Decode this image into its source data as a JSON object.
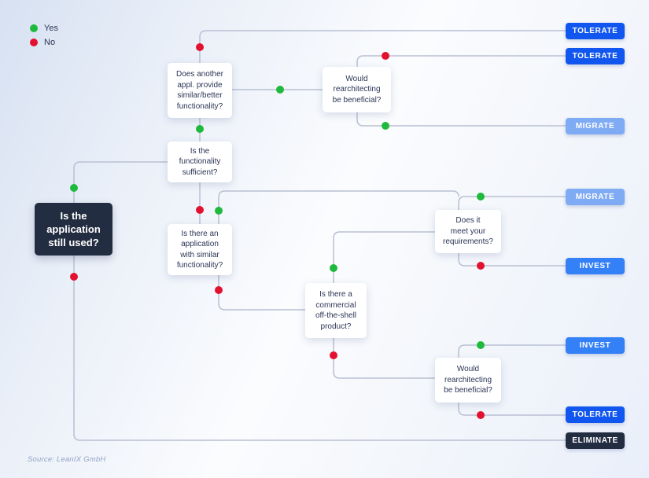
{
  "legend": {
    "yes_label": "Yes",
    "no_label": "No"
  },
  "colors": {
    "yes_green": "#1fba3d",
    "no_red": "#e31130",
    "tolerate_blue": "#1156ee",
    "invest_blue": "#3380f7",
    "migrate_light_blue": "#7faaf4",
    "eliminate_dark": "#232d41",
    "node_text": "#2b3555",
    "connector": "#b9c0d4"
  },
  "nodes": {
    "start": {
      "label": "Is the\napplication\nstill used?"
    },
    "does_another": {
      "label": "Does another\nappl. provide\nsimilar/better\nfunctionality?"
    },
    "functionality_sufficient": {
      "label": "Is the\nfunctionality\nsufficient?"
    },
    "rearchitecting_top": {
      "label": "Would\nrearchitecting\nbe beneficial?"
    },
    "similar_application": {
      "label": "Is there an\napplication\nwith similar\nfunctionality?"
    },
    "meets_requirements": {
      "label": "Does it\nmeet your\nrequirements?"
    },
    "commercial_product": {
      "label": "Is there a\ncommercial\noff-the-shell\nproduct?"
    },
    "rearchitecting_bottom": {
      "label": "Would\nrearchitecting\nbe beneficial?"
    }
  },
  "outcomes": [
    {
      "label": "TOLERATE",
      "type": "tolerate"
    },
    {
      "label": "TOLERATE",
      "type": "tolerate"
    },
    {
      "label": "MIGRATE",
      "type": "migrate"
    },
    {
      "label": "MIGRATE",
      "type": "migrate"
    },
    {
      "label": "INVEST",
      "type": "invest"
    },
    {
      "label": "INVEST",
      "type": "invest"
    },
    {
      "label": "TOLERATE",
      "type": "tolerate"
    },
    {
      "label": "ELIMINATE",
      "type": "eliminate"
    }
  ],
  "source": "Source: LeanIX GmbH"
}
